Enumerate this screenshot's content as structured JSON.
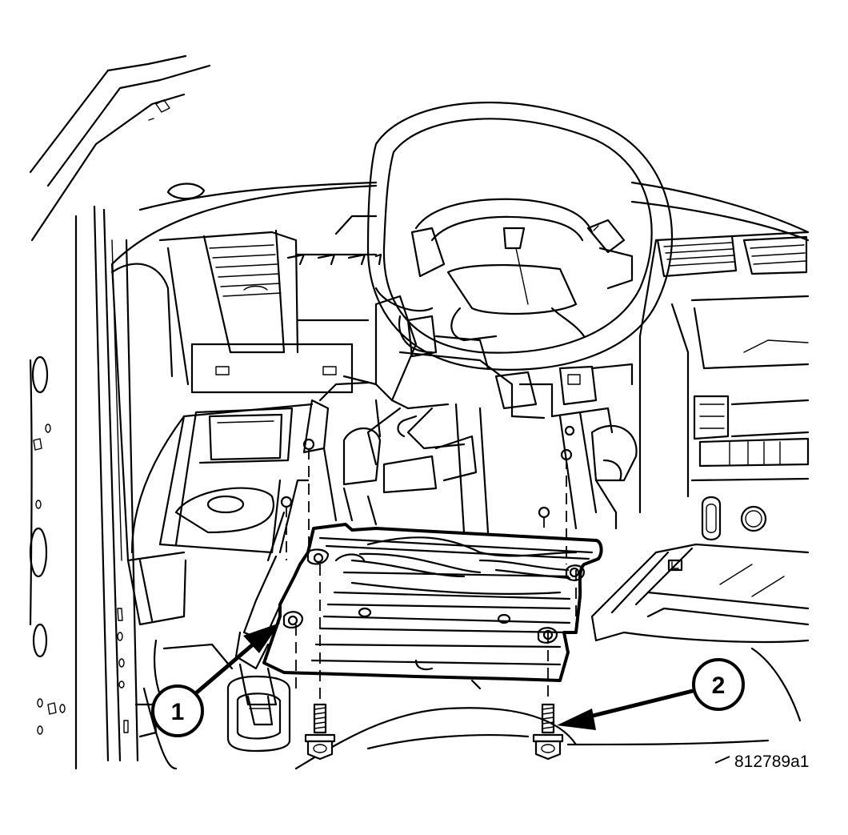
{
  "figure": {
    "callouts": [
      {
        "id": "callout-1",
        "label": "1"
      },
      {
        "id": "callout-2",
        "label": "2"
      }
    ],
    "figure_id": "812789a1"
  },
  "colors": {
    "line": "#000000",
    "background": "#ffffff"
  }
}
